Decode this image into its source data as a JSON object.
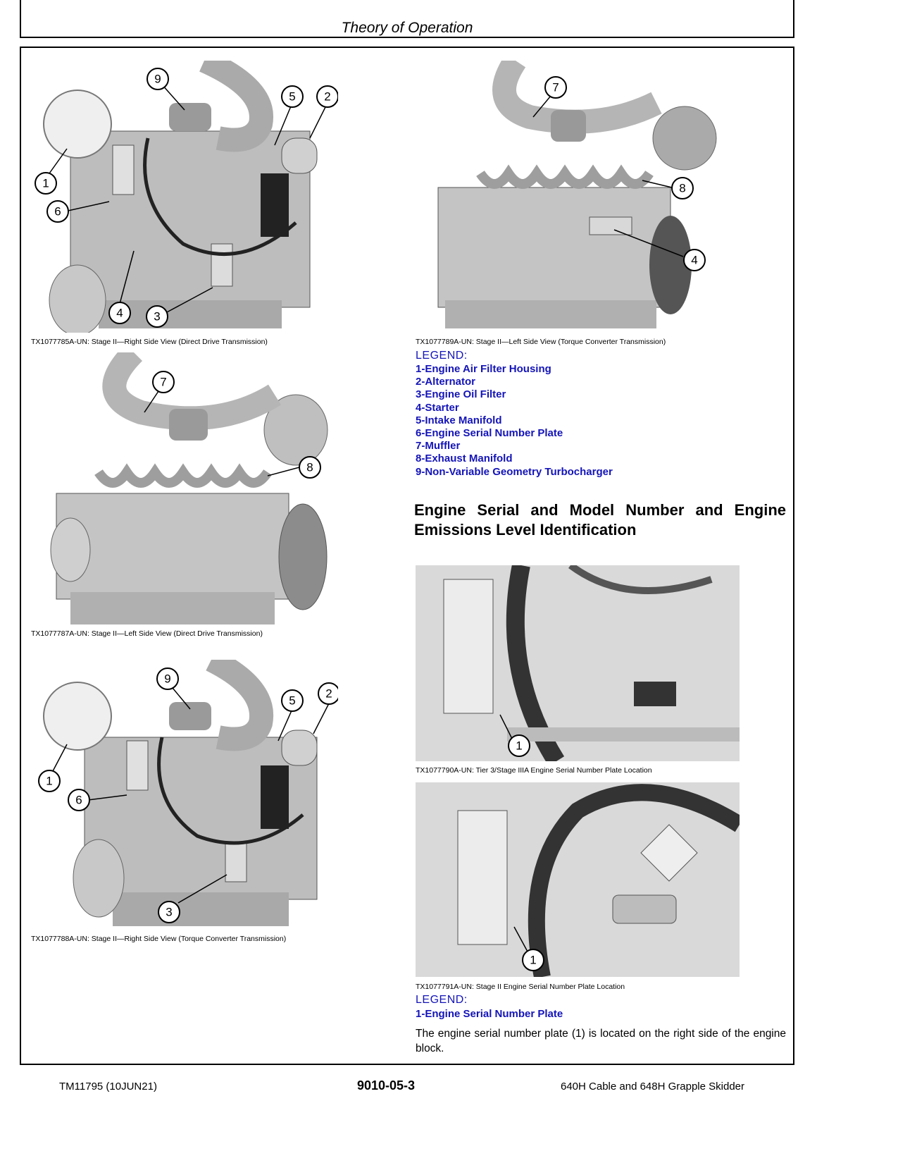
{
  "header": {
    "title": "Theory of Operation"
  },
  "figures": [
    {
      "caption": "TX1077785A-UN: Stage II—Right Side View (Direct Drive Transmission)",
      "callouts": [
        "9",
        "5",
        "2",
        "1",
        "6",
        "4",
        "3"
      ]
    },
    {
      "caption": "TX1077789A-UN: Stage II—Left Side View (Torque Converter Transmission)",
      "callouts": [
        "7",
        "8",
        "4"
      ]
    },
    {
      "caption": "TX1077787A-UN: Stage II—Left Side View (Direct Drive Transmission)",
      "callouts": [
        "7",
        "8"
      ]
    },
    {
      "caption": "TX1077788A-UN: Stage II—Right Side View (Torque Converter Transmission)",
      "callouts": [
        "9",
        "5",
        "2",
        "1",
        "6",
        "3"
      ]
    },
    {
      "caption": "TX1077790A-UN: Tier 3/Stage IIIA Engine Serial Number Plate Location",
      "callouts": [
        "1"
      ]
    },
    {
      "caption": "TX1077791A-UN: Stage II Engine Serial Number Plate Location",
      "callouts": [
        "1"
      ]
    }
  ],
  "legend1": {
    "heading": "LEGEND:",
    "items": [
      "1-Engine Air Filter Housing",
      "2-Alternator",
      "3-Engine Oil Filter",
      "4-Starter",
      "5-Intake Manifold",
      "6-Engine Serial Number Plate",
      "7-Muffler",
      "8-Exhaust Manifold",
      "9-Non-Variable Geometry Turbocharger"
    ]
  },
  "section": {
    "title": "Engine Serial and Model Number and Engine Emissions Level Identification"
  },
  "legend2": {
    "heading": "LEGEND:",
    "items": [
      "1-Engine Serial Number Plate"
    ]
  },
  "body": {
    "text": "The engine serial number plate (1) is located on the right side of the engine block."
  },
  "footer": {
    "left": "TM11795 (10JUN21)",
    "center": "9010-05-3",
    "right": "640H Cable and 648H Grapple Skidder"
  },
  "colors": {
    "legend_blue": "#1414b8",
    "engine_gray": "#b9b9b9",
    "dark_gray": "#4a4a4a"
  }
}
